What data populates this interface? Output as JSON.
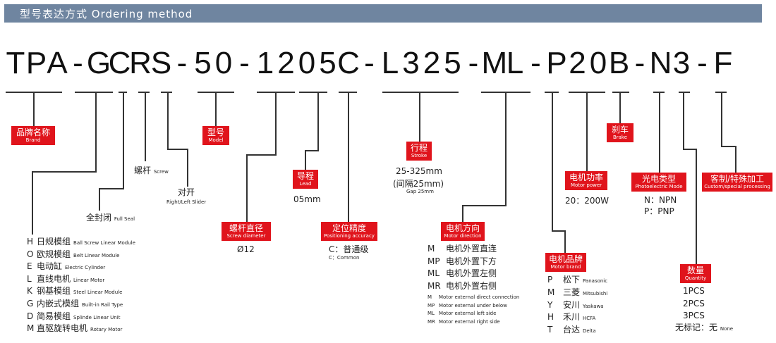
{
  "header": {
    "title": "型号表达方式 Ordering method"
  },
  "model_code": [
    "T",
    "P",
    "A",
    "-",
    "G",
    "C",
    "R",
    "S",
    "-",
    "5",
    "0",
    "-",
    "1",
    "2",
    "0",
    "5",
    "C",
    "-",
    "L",
    "3",
    "2",
    "5",
    "-",
    "M",
    "L",
    "-",
    "P",
    "2",
    "0",
    "B",
    "-",
    "N",
    "3",
    "-",
    "F"
  ],
  "labels": {
    "brand": {
      "zh": "品牌名称",
      "en": "Brand"
    },
    "model": {
      "zh": "型号",
      "en": "Model"
    },
    "screw": {
      "zh": "螺杆",
      "en": "Screw"
    },
    "slider": {
      "zh": "对开",
      "en": "Right/Left Slider"
    },
    "full_seal": {
      "zh": "全封闭",
      "en": "Full Seal"
    },
    "screw_diameter": {
      "zh": "螺杆直径",
      "en": "Screw diameter",
      "value": "Ø12"
    },
    "lead": {
      "zh": "导程",
      "en": "Lead",
      "value": "05mm"
    },
    "accuracy": {
      "zh": "定位精度",
      "en": "Positioning accuracy",
      "value": "C：普通级",
      "value_en": "C：Common"
    },
    "stroke": {
      "zh": "行程",
      "en": "Stroke",
      "range": "25-325mm",
      "gap": "(间隔25mm)",
      "gap_en": "Gap 25mm"
    },
    "motor_direction": {
      "zh": "电机方向",
      "en": "Motor direction"
    },
    "motor_brand": {
      "zh": "电机品牌",
      "en": "Motor brand"
    },
    "motor_power": {
      "zh": "电机功率",
      "en": "Motor power",
      "value": "20：200W"
    },
    "brake": {
      "zh": "刹车",
      "en": "Brake"
    },
    "photo_mode": {
      "zh": "光电类型",
      "en": "Photoelectric Mode"
    },
    "custom": {
      "zh": "客制/特殊加工",
      "en": "Custom/special processing"
    },
    "quantity": {
      "zh": "数量",
      "en": "Quantity"
    }
  },
  "types": [
    {
      "k": "H",
      "zh": "日规模组",
      "en": "Ball Screw Linear Module"
    },
    {
      "k": "O",
      "zh": "欧规模组",
      "en": "Belt Linear Module"
    },
    {
      "k": "E",
      "zh": "电动缸",
      "en": "Electric Cylinder"
    },
    {
      "k": "L",
      "zh": "直线电机",
      "en": "Linear Motor"
    },
    {
      "k": "K",
      "zh": "钢基模组",
      "en": "Steel Linear Module"
    },
    {
      "k": "G",
      "zh": "内嵌式模组",
      "en": "Built-in Rail Type"
    },
    {
      "k": "D",
      "zh": "简易模组",
      "en": "Splinde Linear Unit"
    },
    {
      "k": "M",
      "zh": "直驱旋转电机",
      "en": "Rotary Motor"
    }
  ],
  "motor_dir_options": [
    {
      "k": "M",
      "zh": "电机外置直连"
    },
    {
      "k": "MP",
      "zh": "电机外置下方"
    },
    {
      "k": "ML",
      "zh": "电机外置左侧"
    },
    {
      "k": "MR",
      "zh": "电机外置右侧"
    }
  ],
  "motor_dir_notes": [
    {
      "k": "M",
      "en": "Motor external direct connection"
    },
    {
      "k": "MP",
      "en": "Motor external under below"
    },
    {
      "k": "ML",
      "en": "Motor external left side"
    },
    {
      "k": "MR",
      "en": "Motor external right side"
    }
  ],
  "motor_brands": [
    {
      "k": "P",
      "zh": "松下",
      "en": "Panasonic"
    },
    {
      "k": "M",
      "zh": "三菱",
      "en": "Mitsubishi"
    },
    {
      "k": "Y",
      "zh": "安川",
      "en": "Yaskawa"
    },
    {
      "k": "H",
      "zh": "禾川",
      "en": "HCFA"
    },
    {
      "k": "T",
      "zh": "台达",
      "en": "Delta"
    }
  ],
  "photo_options": [
    "N：NPN",
    "P：PNP"
  ],
  "quantity_options": [
    "1PCS",
    "2PCS",
    "3PCS"
  ],
  "quantity_none": {
    "zh": "无标记：无",
    "en": "None"
  }
}
